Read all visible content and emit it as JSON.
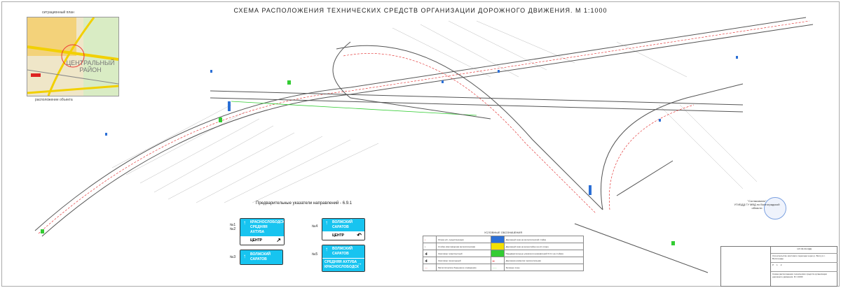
{
  "title": "СХЕМА РАСПОЛОЖЕНИЯ ТЕХНИЧЕСКИХ СРЕДСТВ ОРГАНИЗАЦИИ ДОРОЖНОГО ДВИЖЕНИЯ.  М 1:1000",
  "situation_plan": {
    "label": "ситуационный план",
    "district": "ЦЕНТРАЛЬНЫЙ РАЙОН",
    "caption": "расположение объекта"
  },
  "signs": {
    "title": "Предварительные указатели направлений  - 6.9.1",
    "items": [
      {
        "num": "№1\n№2",
        "blue_lines": [
          "КРАСНОСЛОБОДСК",
          "СРЕДНЯЯ АХТУБА"
        ],
        "white": "ЦЕНТР",
        "white_arrow": "↗"
      },
      {
        "num": "№3",
        "blue_lines": [
          "ВОЛЖСКИЙ",
          "САРАТОВ"
        ]
      },
      {
        "num": "№4",
        "blue_lines": [
          "ВОЛЖСКИЙ",
          "САРАТОВ"
        ],
        "white": "ЦЕНТР",
        "white_arrow": "↶"
      },
      {
        "num": "№5",
        "blue_lines": [
          "ВОЛЖСКИЙ",
          "САРАТОВ"
        ],
        "blue2_lines": [
          "СРЕДНЯЯ АХТУБА",
          "КРАСНОСЛОБОДСК"
        ],
        "blue2_arrow": "→"
      }
    ]
  },
  "legend": {
    "title": "УСЛОВНЫЕ ОБОЗНАЧЕНИЯ",
    "left": [
      "Опора н/п, существующая",
      "Стойка (светофорная металлическая)",
      "Светофор транспортный",
      "Светофор пешеходный",
      "Металлическое барьерное ограждение"
    ],
    "right": [
      "Дорожный знак на металлической стойке",
      "Дорожный знак на кронштейне на н/п опоре",
      "Предварительные указатели направлений 6.9.1 на стойках",
      "Дорожная разметка горизонтальная",
      "Зеленые зоны"
    ]
  },
  "stamp": {
    "org": "\"Согласовано\"",
    "line": "УГИБДД ГУ МВД по Волгоградской области"
  },
  "title_block": {
    "code": "147.09.00-ОДД",
    "description": "Строительство мостового перехода через р. Волгу в г. Волгограде",
    "sheet_title": "Схема расположения технических средств организации дорожного движения. М 1:1000",
    "stage": "Р",
    "sheet": "1",
    "sheets": "2"
  },
  "colors": {
    "sign_blue": "#17c4f0",
    "marking_red": "#e02020",
    "green_zone": "#33cc33"
  }
}
